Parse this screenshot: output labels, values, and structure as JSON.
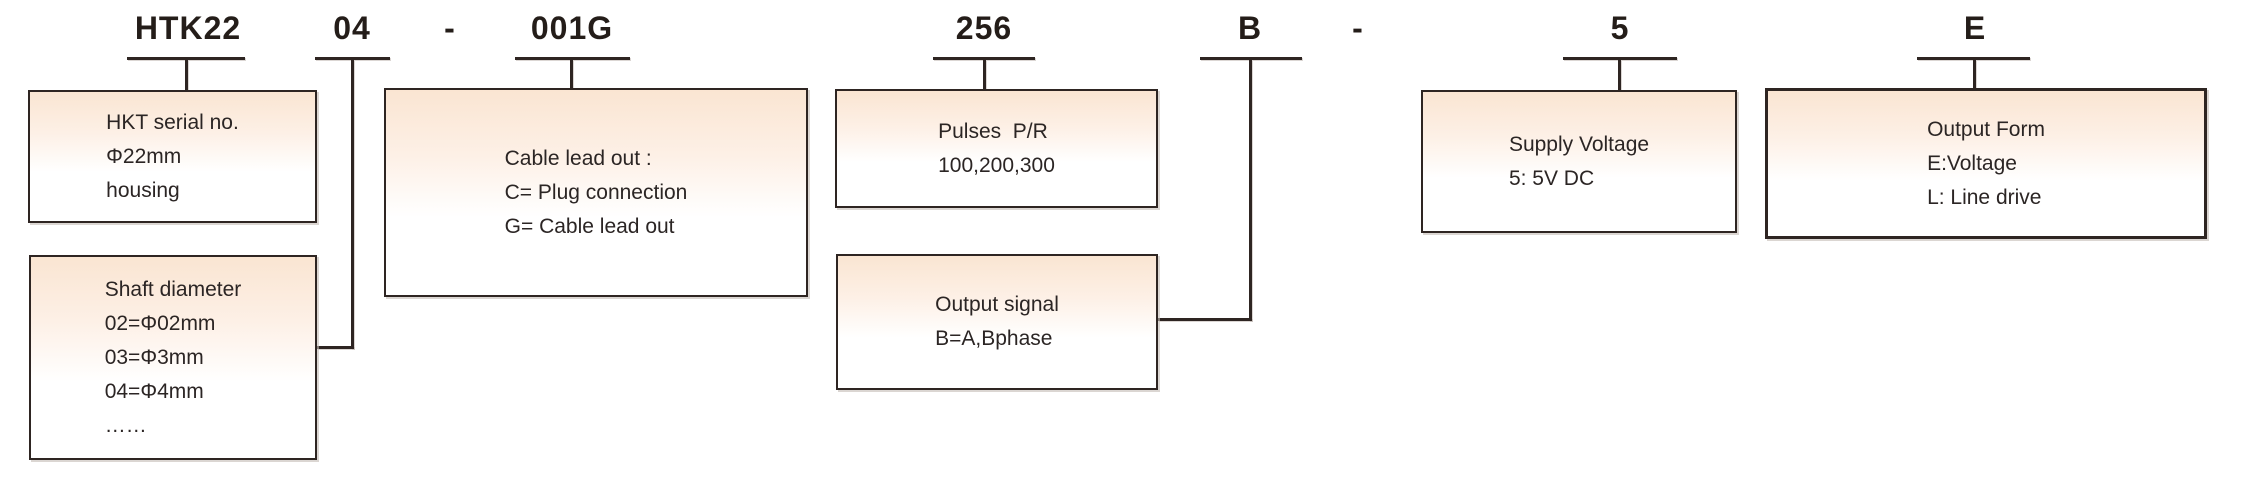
{
  "code": {
    "series": "HTK22",
    "shaft": "04",
    "sep1": "-",
    "cable": "001G",
    "pulses": "256",
    "signal": "B",
    "sep2": "-",
    "voltage": "5",
    "output_form": "E"
  },
  "boxes": {
    "hkt_serial": {
      "lines": [
        "HKT serial no.",
        "Φ22mm",
        "housing"
      ]
    },
    "shaft_diameter": {
      "lines": [
        "Shaft diameter",
        "02=Φ02mm",
        "03=Φ3mm",
        "04=Φ4mm",
        "……"
      ]
    },
    "cable_lead_out": {
      "lines": [
        "Cable lead out :",
        "C= Plug connection",
        "G= Cable lead out"
      ]
    },
    "pulses": {
      "lines": [
        "Pulses  P/R",
        "100,200,300"
      ]
    },
    "output_signal": {
      "lines": [
        "Output signal",
        "B=A,Bphase"
      ]
    },
    "supply_voltage": {
      "lines": [
        "Supply Voltage",
        "5: 5V DC"
      ]
    },
    "output_form": {
      "lines": [
        "Output Form",
        "E:Voltage",
        "L: Line drive"
      ]
    }
  },
  "colors": {
    "background": "#ffffff",
    "box_fill_top": "#fae5d2",
    "box_border": "#2e2522",
    "connector_line": "#2e2522",
    "code_text": "#241d19",
    "box_text": "#2b2524"
  }
}
